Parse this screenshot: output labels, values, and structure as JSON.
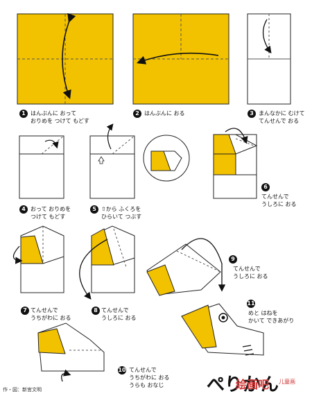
{
  "header_text": "",
  "steps": [
    {
      "n": "1",
      "text": "はんぶんに おって\nおりめを つけて もどす"
    },
    {
      "n": "2",
      "text": "はんぶんに おる"
    },
    {
      "n": "3",
      "text": "まんなかに むけて\nてんせんで おる"
    },
    {
      "n": "4",
      "text": "おって おりめを\nつけて もどす"
    },
    {
      "n": "5",
      "text": "⇧から ふくろを\nひらいて つぶす"
    },
    {
      "n": "6",
      "text": "てんせんで\nうしろに おる"
    },
    {
      "n": "7",
      "text": "てんせんで\nうちがわに おる"
    },
    {
      "n": "8",
      "text": "てんせんで\nうしろに おる"
    },
    {
      "n": "9",
      "text": "てんせんで\nうしろに おる"
    },
    {
      "n": "10",
      "text": "てんせんで\nうちがわに おる\nうらも おなじ"
    },
    {
      "n": "11",
      "text": "めと はねを\nかいて できあがり"
    }
  ],
  "title": "ぺりかん",
  "credit": "作・図：新宮文明",
  "watermark": "绘画吧",
  "watermark_sub": "儿童画",
  "colors": {
    "yellow": "#f2c200",
    "paper": "#ffffff",
    "line": "#222222",
    "fold": "#555555"
  }
}
